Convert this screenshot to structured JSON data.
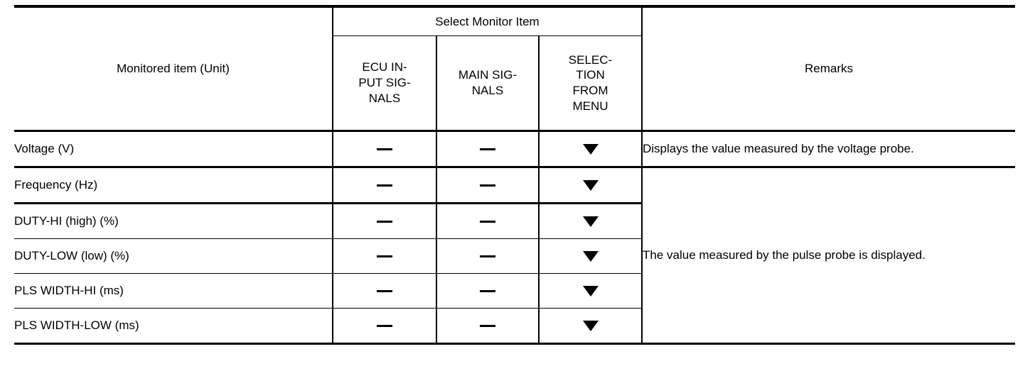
{
  "table": {
    "columns": {
      "monitored_item": "Monitored item (Unit)",
      "group_header": "Select Monitor Item",
      "ecu_input_signals": "ECU IN-\nPUT SIG-\nNALS",
      "main_signals": "MAIN SIG-\nNALS",
      "selection_from_menu": "SELEC-\nTION\nFROM\nMENU",
      "remarks": "Remarks"
    },
    "marks": {
      "not_available": "—",
      "available": "▼"
    },
    "rows": [
      {
        "item": "Voltage (V)",
        "ecu_input_signals": "—",
        "main_signals": "—",
        "selection_from_menu": "▼"
      },
      {
        "item": "Frequency (Hz)",
        "ecu_input_signals": "—",
        "main_signals": "—",
        "selection_from_menu": "▼"
      },
      {
        "item": "DUTY-HI (high) (%)",
        "ecu_input_signals": "—",
        "main_signals": "—",
        "selection_from_menu": "▼"
      },
      {
        "item": "DUTY-LOW (low) (%)",
        "ecu_input_signals": "—",
        "main_signals": "—",
        "selection_from_menu": "▼"
      },
      {
        "item": "PLS WIDTH-HI (ms)",
        "ecu_input_signals": "—",
        "main_signals": "—",
        "selection_from_menu": "▼"
      },
      {
        "item": "PLS WIDTH-LOW (ms)",
        "ecu_input_signals": "—",
        "main_signals": "—",
        "selection_from_menu": "▼"
      }
    ],
    "remarks_cells": [
      {
        "text": "Displays the value measured by the voltage probe.",
        "spans_rows": 1
      },
      {
        "text": "The value measured by the pulse probe is displayed.",
        "spans_rows": 5
      }
    ]
  },
  "colors": {
    "rule": "#000000",
    "text": "#000000",
    "background": "#ffffff"
  }
}
